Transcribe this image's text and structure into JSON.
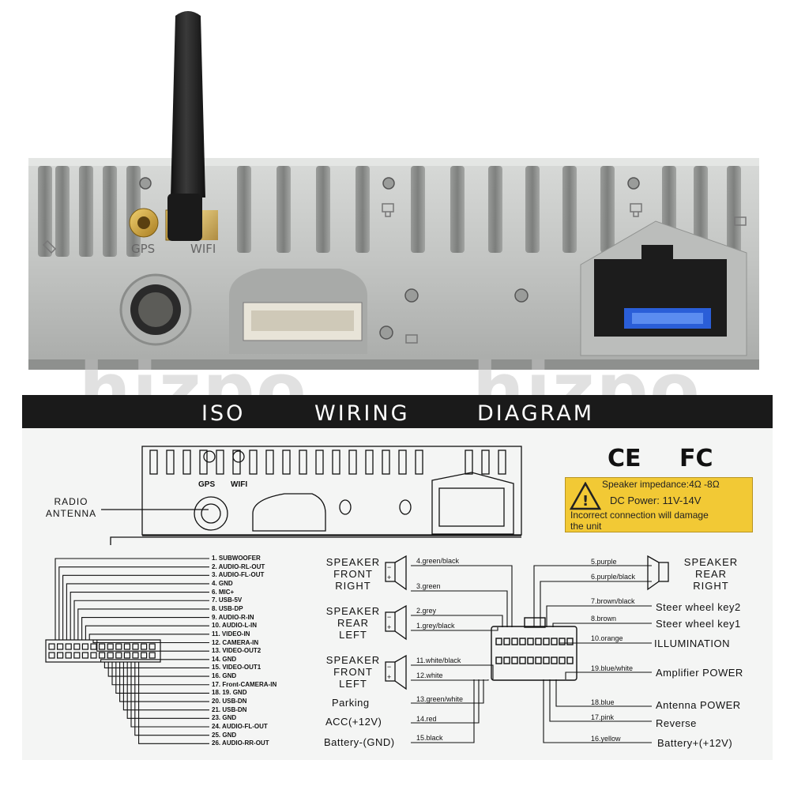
{
  "device": {
    "gps_label": "GPS",
    "wifi_label": "WIFI"
  },
  "watermark": [
    "hizpo",
    "hizpo"
  ],
  "title_words": [
    "ISO",
    "WIRING",
    "DIAGRAM"
  ],
  "cert_marks": {
    "ce": "CE",
    "fcc": "FC"
  },
  "warning": {
    "line1": "Speaker impedance:4Ω -8Ω",
    "line2": "DC Power: 11V-14V",
    "line3": "Incorrect connection will damage",
    "line4": "the unit"
  },
  "outline": {
    "gps": "GPS",
    "wifi": "WIFI",
    "radio_antenna": [
      "RADIO",
      "ANTENNA"
    ]
  },
  "left_pins": [
    "1. SUBWOOFER",
    "2. AUDIO-RL-OUT",
    "3. AUDIO-FL-OUT",
    "4. GND",
    "6. MIC+",
    "7. USB-5V",
    "8. USB-DP",
    "9. AUDIO-R-IN",
    "10. AUDIO-L-IN",
    "11. VIDEO-IN",
    "12. CAMERA-IN",
    "13. VIDEO-OUT2",
    "14. GND",
    "15. VIDEO-OUT1",
    "16. GND",
    "17. Front-CAMERA-IN",
    "18. 19. GND",
    "20. USB-DN",
    "21. USB-DN",
    "23. GND",
    "24. AUDIO-FL-OUT",
    "25. GND",
    "26. AUDIO-RR-OUT"
  ],
  "speaker_labels": {
    "front_right": [
      "SPEAKER",
      "FRONT",
      "RIGHT"
    ],
    "rear_left": [
      "SPEAKER",
      "REAR",
      "LEFT"
    ],
    "front_left": [
      "SPEAKER",
      "FRONT",
      "LEFT"
    ],
    "rear_right": [
      "SPEAKER",
      "REAR",
      "RIGHT"
    ]
  },
  "center_labels": {
    "parking": "Parking",
    "acc": "ACC(+12V)",
    "battery_gnd": "Battery-(GND)"
  },
  "wires_left": [
    "4.green/black",
    "3.green",
    "2.grey",
    "1.grey/black",
    "11.white/black",
    "12.white",
    "13.green/white",
    "14.red",
    "15.black"
  ],
  "wires_right": [
    "5.purple",
    "6.purple/black",
    "7.brown/black",
    "8.brown",
    "10.orange",
    "19.blue/white",
    "18.blue",
    "17.pink",
    "16.yellow"
  ],
  "functions_right": {
    "steer2": "Steer wheel key2",
    "steer1": "Steer wheel key1",
    "illumination": "ILLUMINATION",
    "amp": "Amplifier POWER",
    "antenna": "Antenna POWER",
    "reverse": "Reverse",
    "battery": "Battery+(+12V)"
  },
  "colors": {
    "panel": "#c6c8c6",
    "antenna": "#1c1c1c",
    "gold": "#caa23c",
    "warning_bg": "#f2c935"
  }
}
